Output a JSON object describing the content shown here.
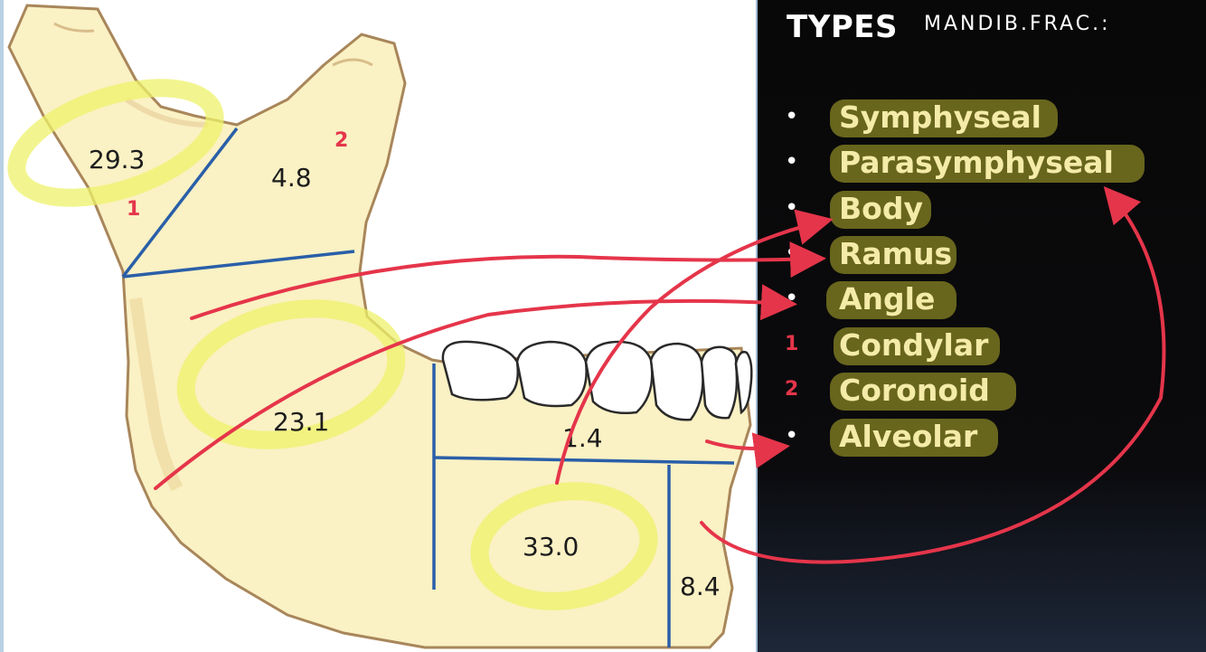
{
  "diagram": {
    "regions": [
      {
        "id": "condyle",
        "value": "29.3"
      },
      {
        "id": "coronoid",
        "value": "4.8"
      },
      {
        "id": "ramus-angle",
        "value": "23.1"
      },
      {
        "id": "alveolar",
        "value": "1.4"
      },
      {
        "id": "body",
        "value": "33.0"
      },
      {
        "id": "symphysis",
        "value": "8.4"
      }
    ],
    "annotations": {
      "condyle_marker": "1",
      "coronoid_marker": "2"
    }
  },
  "slide": {
    "heading": "TYPES",
    "handwritten_note": "MANDIB.FRAC.:",
    "items": [
      {
        "label": "Symphyseal",
        "marker": "•"
      },
      {
        "label": "Parasymphyseal",
        "marker": "•"
      },
      {
        "label": "Body",
        "marker": "•"
      },
      {
        "label": "Ramus",
        "marker": "•"
      },
      {
        "label": "Angle",
        "marker": "•"
      },
      {
        "label": "Condylar",
        "marker": "1"
      },
      {
        "label": "Coronoid",
        "marker": "2"
      },
      {
        "label": "Alveolar",
        "marker": "•"
      }
    ]
  },
  "colors": {
    "bone": "#faf1c4",
    "bone_outline": "#a8865a",
    "region_lines": "#2a5fa8",
    "highlight": "#eef26a",
    "arrows": "#e5354a",
    "list_highlight": "#6e6a1f",
    "list_text": "#f4eba9"
  }
}
